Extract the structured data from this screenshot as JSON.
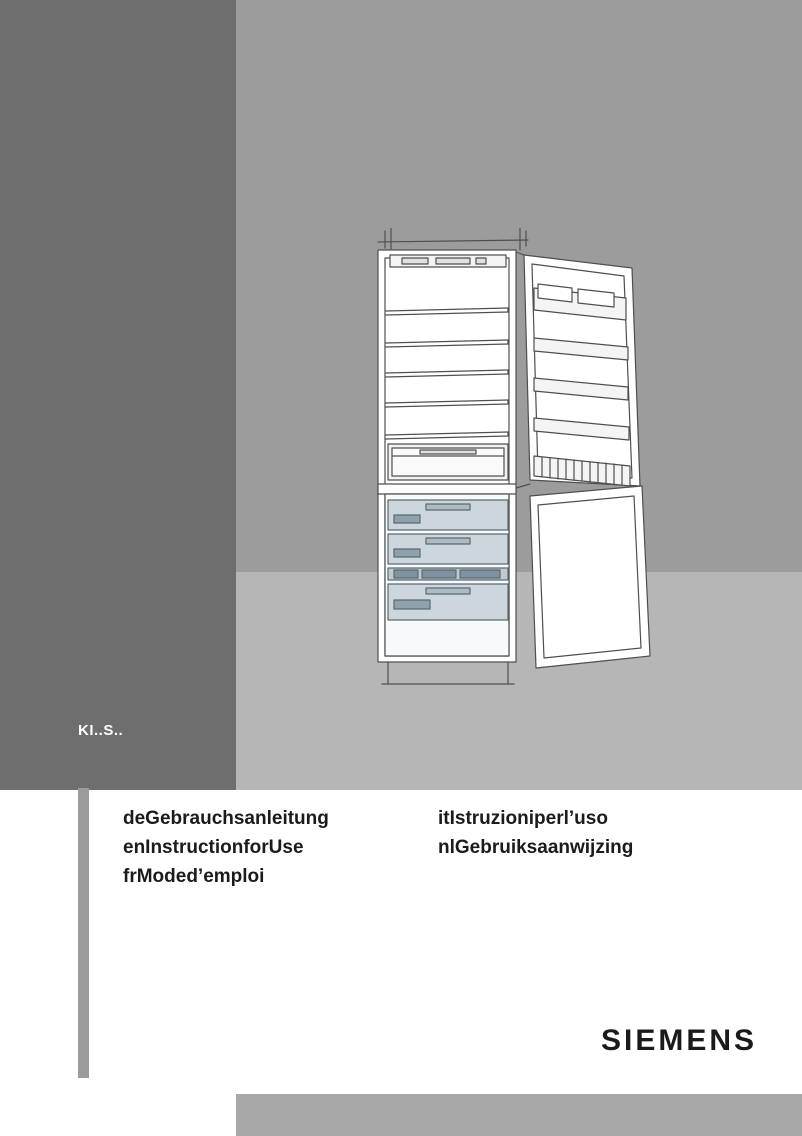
{
  "cover": {
    "model": "KI..S..",
    "brand": "SIEMENS",
    "languages_col1": [
      "deGebrauchsanleitung",
      "enInstructionforUse",
      "frModed’emploi"
    ],
    "languages_col2": [
      "itIstruzioniperl’uso",
      "nlGebruiksaanwijzing"
    ],
    "illustration": "built-in-fridge-freezer-open-doors",
    "colors": {
      "dark_column": "#6f6e6e",
      "upper_area": "#9c9c9c",
      "light_band": "#b6b6b6",
      "bottom_strip": "#a8a8a8",
      "accent_bar": "#9b9b9b",
      "freezer_drawer": "#ccd6dc"
    }
  }
}
